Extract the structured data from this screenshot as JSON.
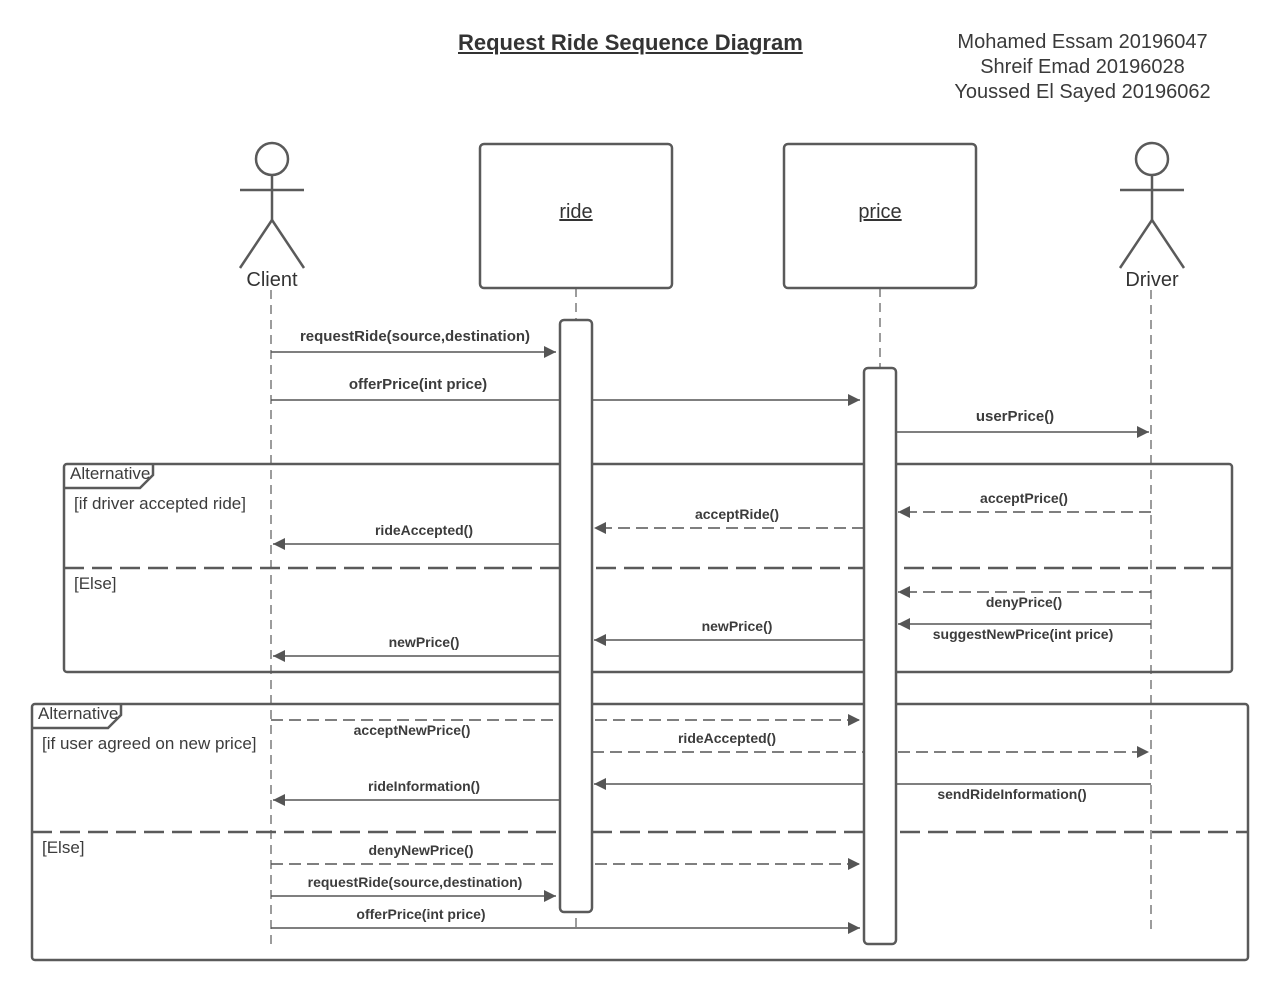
{
  "title": "Request Ride Sequence Diagram",
  "authors": [
    "Mohamed Essam 20196047",
    "Shreif Emad 20196028",
    "Youssed El Sayed 20196062"
  ],
  "actors": {
    "client": "Client",
    "driver": "Driver"
  },
  "objects": {
    "ride": "ride",
    "price": "price"
  },
  "frames": [
    {
      "label": "Alternative",
      "guard": "[if driver accepted ride]",
      "else": "[Else]"
    },
    {
      "label": "Alternative",
      "guard": "[if user agreed on new price]",
      "else": "[Else]"
    }
  ],
  "messages": [
    {
      "id": "m1",
      "text": "requestRide(source,destination)"
    },
    {
      "id": "m2",
      "text": "offerPrice(int price)"
    },
    {
      "id": "m3",
      "text": "userPrice()"
    },
    {
      "id": "m4",
      "text": "acceptPrice()"
    },
    {
      "id": "m5",
      "text": "acceptRide()"
    },
    {
      "id": "m6",
      "text": "rideAccepted()"
    },
    {
      "id": "m7",
      "text": "denyPrice()"
    },
    {
      "id": "m8",
      "text": "suggestNewPrice(int price)"
    },
    {
      "id": "m9",
      "text": "newPrice()"
    },
    {
      "id": "m10",
      "text": "newPrice()"
    },
    {
      "id": "m11",
      "text": "acceptNewPrice()"
    },
    {
      "id": "m12",
      "text": "rideAccepted()"
    },
    {
      "id": "m13",
      "text": "rideInformation()"
    },
    {
      "id": "m14",
      "text": "sendRideInformation()"
    },
    {
      "id": "m15",
      "text": "denyNewPrice()"
    },
    {
      "id": "m16",
      "text": "requestRide(source,destination)"
    },
    {
      "id": "m17",
      "text": "offerPrice(int price)"
    }
  ]
}
